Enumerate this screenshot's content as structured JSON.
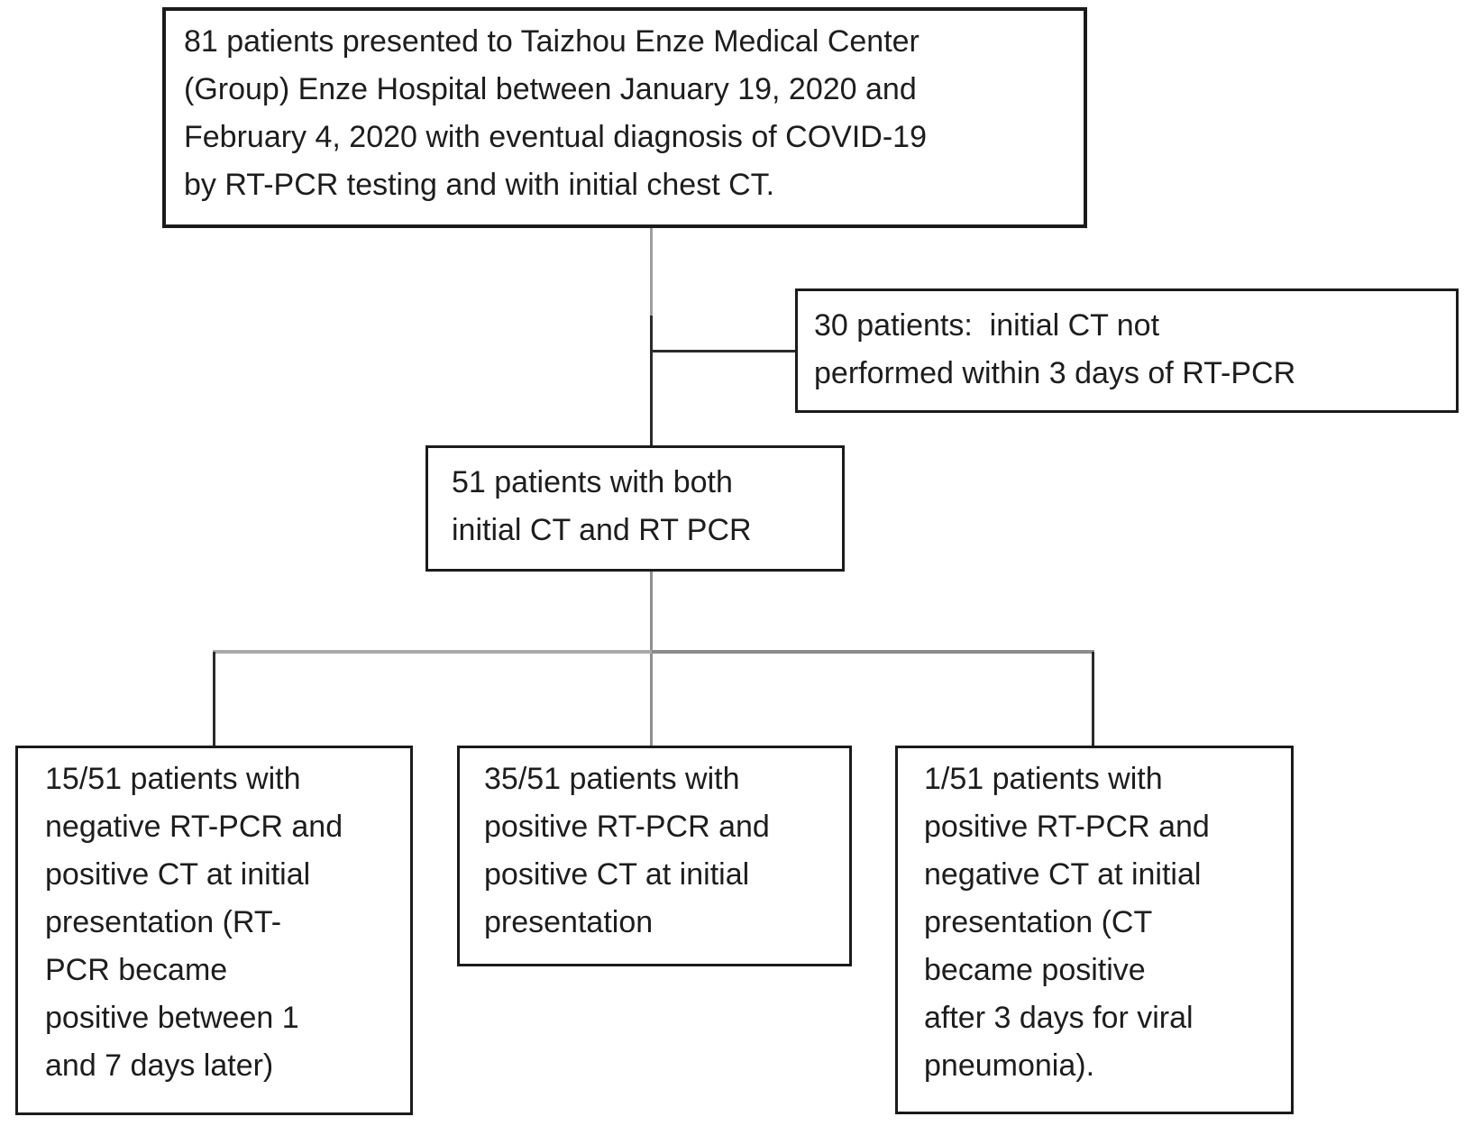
{
  "figure": {
    "type": "flowchart",
    "background_color": "#ffffff",
    "box_border_color": "#1b1b1b",
    "text_color": "#1d1d1d",
    "connector_dark_color": "#2b2b2b",
    "connector_gray_color": "#9e9e9e",
    "nodes": {
      "cohort": {
        "lines": [
          "81 patients presented to Taizhou Enze Medical Center",
          "(Group) Enze Hospital between January 19, 2020 and",
          "February 4, 2020 with eventual diagnosis of COVID-19",
          "by RT-PCR testing and with initial chest CT."
        ]
      },
      "excluded": {
        "lines": [
          "30 patients:  initial CT not",
          "performed within 3 days of RT-PCR"
        ]
      },
      "included": {
        "lines": [
          "51 patients with both",
          "initial CT and RT PCR"
        ]
      },
      "negative_pcr_positive_ct": {
        "lines": [
          "15/51 patients with",
          "negative RT-PCR and",
          "positive CT at initial",
          "presentation (RT-",
          "PCR became",
          "positive between 1",
          "and 7 days later)"
        ]
      },
      "positive_pcr_positive_ct": {
        "lines": [
          "35/51 patients with",
          "positive RT-PCR and",
          "positive CT at initial",
          "presentation"
        ]
      },
      "positive_pcr_negative_ct": {
        "lines": [
          "1/51 patients with",
          "positive RT-PCR and",
          "negative CT at initial",
          "presentation (CT",
          "became positive",
          "after 3 days for viral",
          "pneumonia)."
        ]
      }
    },
    "edges": [
      {
        "from": "cohort",
        "to": "excluded"
      },
      {
        "from": "cohort",
        "to": "included"
      },
      {
        "from": "included",
        "to": "negative_pcr_positive_ct"
      },
      {
        "from": "included",
        "to": "positive_pcr_positive_ct"
      },
      {
        "from": "included",
        "to": "positive_pcr_negative_ct"
      }
    ]
  }
}
